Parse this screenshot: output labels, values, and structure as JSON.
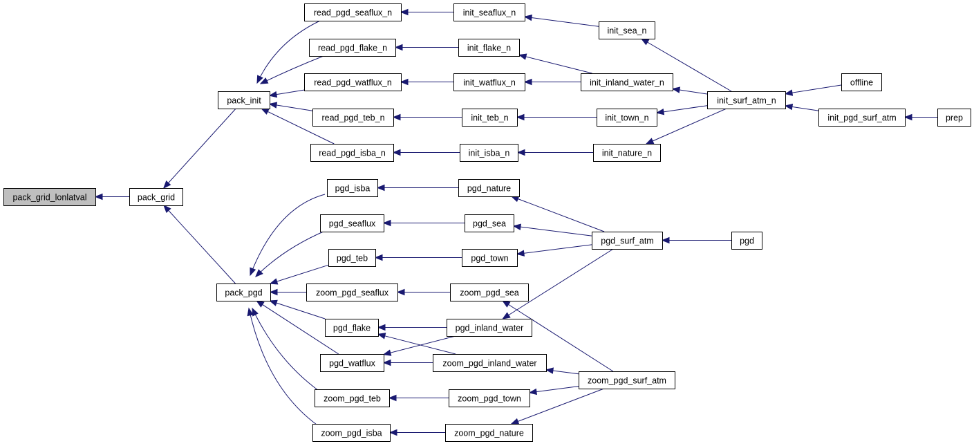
{
  "graph": {
    "nodes": {
      "pack_grid_lonlatval": "pack_grid_lonlatval",
      "pack_grid": "pack_grid",
      "pack_init": "pack_init",
      "pack_pgd": "pack_pgd",
      "read_pgd_seaflux_n": "read_pgd_seaflux_n",
      "read_pgd_flake_n": "read_pgd_flake_n",
      "read_pgd_watflux_n": "read_pgd_watflux_n",
      "read_pgd_teb_n": "read_pgd_teb_n",
      "read_pgd_isba_n": "read_pgd_isba_n",
      "init_seaflux_n": "init_seaflux_n",
      "init_flake_n": "init_flake_n",
      "init_watflux_n": "init_watflux_n",
      "init_teb_n": "init_teb_n",
      "init_isba_n": "init_isba_n",
      "init_sea_n": "init_sea_n",
      "init_inland_water_n": "init_inland_water_n",
      "init_town_n": "init_town_n",
      "init_nature_n": "init_nature_n",
      "init_surf_atm_n": "init_surf_atm_n",
      "offline": "offline",
      "init_pgd_surf_atm": "init_pgd_surf_atm",
      "prep": "prep",
      "pgd_isba": "pgd_isba",
      "pgd_seaflux": "pgd_seaflux",
      "pgd_teb": "pgd_teb",
      "zoom_pgd_seaflux": "zoom_pgd_seaflux",
      "pgd_flake": "pgd_flake",
      "pgd_watflux": "pgd_watflux",
      "zoom_pgd_teb": "zoom_pgd_teb",
      "zoom_pgd_isba": "zoom_pgd_isba",
      "pgd_nature": "pgd_nature",
      "pgd_sea": "pgd_sea",
      "pgd_town": "pgd_town",
      "zoom_pgd_sea": "zoom_pgd_sea",
      "pgd_inland_water": "pgd_inland_water",
      "zoom_pgd_inland_water": "zoom_pgd_inland_water",
      "zoom_pgd_town": "zoom_pgd_town",
      "zoom_pgd_nature": "zoom_pgd_nature",
      "pgd_surf_atm": "pgd_surf_atm",
      "zoom_pgd_surf_atm": "zoom_pgd_surf_atm",
      "pgd": "pgd"
    },
    "edges": [
      {
        "from": "pack_grid",
        "to": "pack_grid_lonlatval"
      },
      {
        "from": "pack_init",
        "to": "pack_grid"
      },
      {
        "from": "pack_pgd",
        "to": "pack_grid"
      },
      {
        "from": "read_pgd_seaflux_n",
        "to": "pack_init"
      },
      {
        "from": "read_pgd_flake_n",
        "to": "pack_init"
      },
      {
        "from": "read_pgd_watflux_n",
        "to": "pack_init"
      },
      {
        "from": "read_pgd_teb_n",
        "to": "pack_init"
      },
      {
        "from": "read_pgd_isba_n",
        "to": "pack_init"
      },
      {
        "from": "init_seaflux_n",
        "to": "read_pgd_seaflux_n"
      },
      {
        "from": "init_flake_n",
        "to": "read_pgd_flake_n"
      },
      {
        "from": "init_watflux_n",
        "to": "read_pgd_watflux_n"
      },
      {
        "from": "init_teb_n",
        "to": "read_pgd_teb_n"
      },
      {
        "from": "init_isba_n",
        "to": "read_pgd_isba_n"
      },
      {
        "from": "init_sea_n",
        "to": "init_seaflux_n"
      },
      {
        "from": "init_inland_water_n",
        "to": "init_flake_n"
      },
      {
        "from": "init_inland_water_n",
        "to": "init_watflux_n"
      },
      {
        "from": "init_town_n",
        "to": "init_teb_n"
      },
      {
        "from": "init_nature_n",
        "to": "init_isba_n"
      },
      {
        "from": "init_surf_atm_n",
        "to": "init_sea_n"
      },
      {
        "from": "init_surf_atm_n",
        "to": "init_inland_water_n"
      },
      {
        "from": "init_surf_atm_n",
        "to": "init_town_n"
      },
      {
        "from": "init_surf_atm_n",
        "to": "init_nature_n"
      },
      {
        "from": "offline",
        "to": "init_surf_atm_n"
      },
      {
        "from": "init_pgd_surf_atm",
        "to": "init_surf_atm_n"
      },
      {
        "from": "prep",
        "to": "init_pgd_surf_atm"
      },
      {
        "from": "pgd_isba",
        "to": "pack_pgd"
      },
      {
        "from": "pgd_seaflux",
        "to": "pack_pgd"
      },
      {
        "from": "pgd_teb",
        "to": "pack_pgd"
      },
      {
        "from": "zoom_pgd_seaflux",
        "to": "pack_pgd"
      },
      {
        "from": "pgd_flake",
        "to": "pack_pgd"
      },
      {
        "from": "pgd_watflux",
        "to": "pack_pgd"
      },
      {
        "from": "zoom_pgd_teb",
        "to": "pack_pgd"
      },
      {
        "from": "zoom_pgd_isba",
        "to": "pack_pgd"
      },
      {
        "from": "pgd_nature",
        "to": "pgd_isba"
      },
      {
        "from": "pgd_sea",
        "to": "pgd_seaflux"
      },
      {
        "from": "pgd_town",
        "to": "pgd_teb"
      },
      {
        "from": "zoom_pgd_sea",
        "to": "zoom_pgd_seaflux"
      },
      {
        "from": "pgd_inland_water",
        "to": "pgd_flake"
      },
      {
        "from": "zoom_pgd_inland_water",
        "to": "pgd_flake"
      },
      {
        "from": "pgd_inland_water",
        "to": "pgd_watflux"
      },
      {
        "from": "zoom_pgd_inland_water",
        "to": "pgd_watflux"
      },
      {
        "from": "zoom_pgd_town",
        "to": "zoom_pgd_teb"
      },
      {
        "from": "zoom_pgd_nature",
        "to": "zoom_pgd_isba"
      },
      {
        "from": "pgd_surf_atm",
        "to": "pgd_nature"
      },
      {
        "from": "pgd_surf_atm",
        "to": "pgd_sea"
      },
      {
        "from": "pgd_surf_atm",
        "to": "pgd_town"
      },
      {
        "from": "pgd_surf_atm",
        "to": "pgd_inland_water"
      },
      {
        "from": "zoom_pgd_surf_atm",
        "to": "zoom_pgd_sea"
      },
      {
        "from": "zoom_pgd_surf_atm",
        "to": "zoom_pgd_inland_water"
      },
      {
        "from": "zoom_pgd_surf_atm",
        "to": "zoom_pgd_town"
      },
      {
        "from": "zoom_pgd_surf_atm",
        "to": "zoom_pgd_nature"
      },
      {
        "from": "pgd",
        "to": "pgd_surf_atm"
      }
    ],
    "highlighted_node": "pack_grid_lonlatval",
    "colors": {
      "edge": "#191970",
      "node_border": "#000000",
      "node_fill": "#ffffff",
      "highlight_fill": "#bfbfbf"
    }
  }
}
